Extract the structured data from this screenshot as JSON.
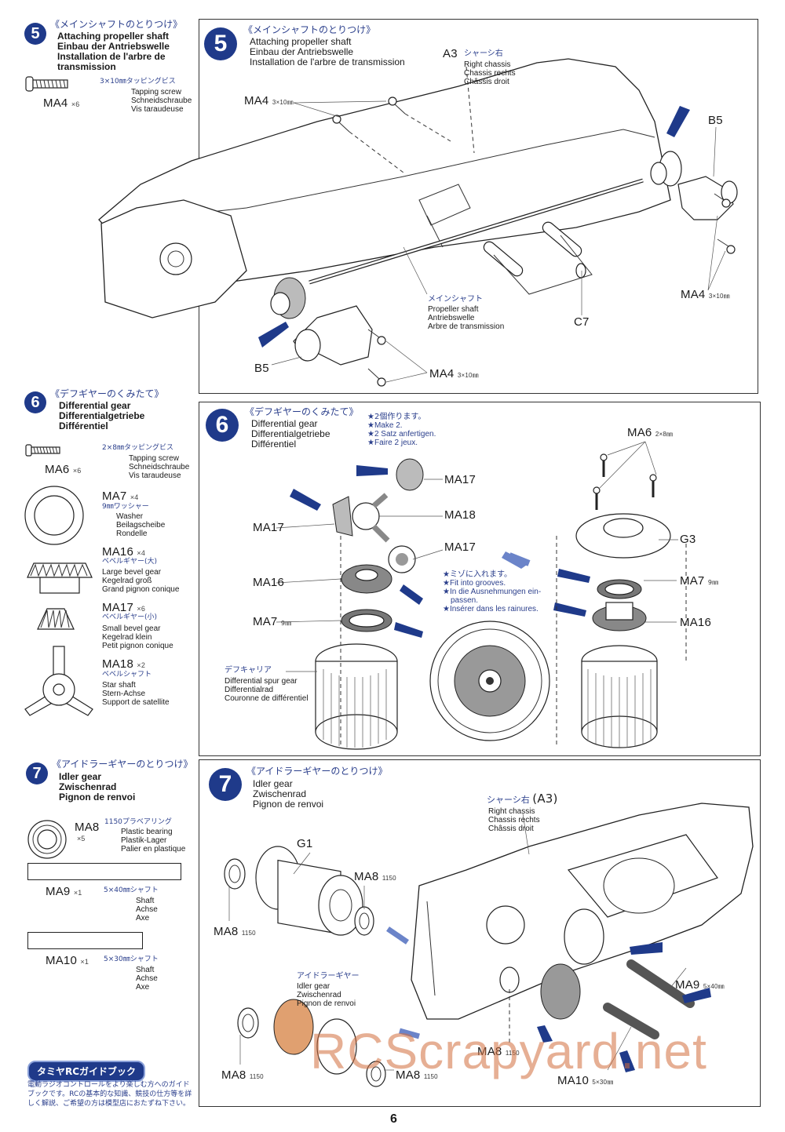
{
  "page": {
    "number": "6",
    "watermark": "RCScrapyard.net",
    "accent_color": "#1f3a8a"
  },
  "steps": [
    {
      "number": "5",
      "sidebar": {
        "title_jp": "《メインシャフトのとりつけ》",
        "title_en": "Attaching propeller shaft",
        "title_de": "Einbau der Antriebswelle",
        "title_fr": "Installation de l'arbre de transmission",
        "parts": [
          {
            "code": "MA4",
            "qty": "×6",
            "spec_jp": "3×10㎜タッピングビス",
            "en": "Tapping screw",
            "de": "Schneidschraube",
            "fr": "Vis taraudeuse",
            "icon": "tapping-screw-icon"
          }
        ]
      },
      "panel": {
        "title_jp": "《メインシャフトのとりつけ》",
        "title_en": "Attaching propeller shaft",
        "title_de": "Einbau der Antriebswelle",
        "title_fr": "Installation de l'arbre de transmission",
        "labels": {
          "a3_code": "A3",
          "a3_jp": "シャーシ右",
          "a3_en": "Right chassis",
          "a3_de": "Chassis rechts",
          "a3_fr": "Châssis droit",
          "ma4_top": "MA4",
          "ma4_top_spec": "3×10㎜",
          "b5_right": "B5",
          "ma4_right": "MA4",
          "ma4_right_spec": "3×10㎜",
          "shaft_jp": "メインシャフト",
          "shaft_en": "Propeller shaft",
          "shaft_de": "Antriebswelle",
          "shaft_fr": "Arbre de transmission",
          "c7": "C7",
          "b5_left": "B5",
          "ma4_bottom": "MA4",
          "ma4_bottom_spec": "3×10㎜"
        }
      }
    },
    {
      "number": "6",
      "sidebar": {
        "title_jp": "《デフギヤーのくみたて》",
        "title_en": "Differential gear",
        "title_de": "Differentialgetriebe",
        "title_fr": "Différentiel",
        "parts": [
          {
            "code": "MA6",
            "qty": "×6",
            "spec_jp": "2×8㎜タッピングビス",
            "en": "Tapping screw",
            "de": "Schneidschraube",
            "fr": "Vis taraudeuse",
            "icon": "tapping-screw-icon"
          },
          {
            "code": "MA7",
            "qty": "×4",
            "spec_jp": "9㎜ワッシャー",
            "en": "Washer",
            "de": "Beilagscheibe",
            "fr": "Rondelle",
            "icon": "washer-icon"
          },
          {
            "code": "MA16",
            "qty": "×4",
            "spec_jp": "ベベルギヤー(大)",
            "en": "Large bevel gear",
            "de": "Kegelrad groß",
            "fr": "Grand pignon conique",
            "icon": "large-bevel-gear-icon"
          },
          {
            "code": "MA17",
            "qty": "×6",
            "spec_jp": "ベベルギヤー(小)",
            "en": "Small bevel gear",
            "de": "Kegelrad klein",
            "fr": "Petit pignon conique",
            "icon": "small-bevel-gear-icon"
          },
          {
            "code": "MA18",
            "qty": "×2",
            "spec_jp": "ベベルシャフト",
            "en": "Star shaft",
            "de": "Stern-Achse",
            "fr": "Support de satellite",
            "icon": "star-shaft-icon"
          }
        ]
      },
      "panel": {
        "title_jp": "《デフギヤーのくみたて》",
        "title_en": "Differential gear",
        "title_de": "Differentialgetriebe",
        "title_fr": "Différentiel",
        "note_make": [
          "★2個作ります。",
          "★Make 2.",
          "★2 Satz anfertigen.",
          "★Faire 2 jeux."
        ],
        "note_grooves": [
          "★ミゾに入れます。",
          "★Fit into grooves.",
          "★In die Ausnehmungen ein-",
          "passen.",
          "★Insérer dans les rainures."
        ],
        "labels": {
          "ma17_top": "MA17",
          "ma18": "MA18",
          "ma17_left": "MA17",
          "ma17_bottom": "MA17",
          "ma16": "MA16",
          "ma7": "MA7",
          "ma7_spec": "9㎜",
          "carrier_jp": "デフキャリア",
          "carrier_en": "Differential spur gear",
          "carrier_de": "Differentialrad",
          "carrier_fr": "Couronne de différentiel",
          "ma6": "MA6",
          "ma6_spec": "2×8㎜",
          "g3": "G3",
          "ma7_right": "MA7",
          "ma7_right_spec": "9㎜",
          "ma16_right": "MA16"
        }
      }
    },
    {
      "number": "7",
      "sidebar": {
        "title_jp": "《アイドラーギヤーのとりつけ》",
        "title_en": "Idler gear",
        "title_de": "Zwischenrad",
        "title_fr": "Pignon de renvoi",
        "parts": [
          {
            "code": "MA8",
            "qty": "×5",
            "spec_jp": "1150プラベアリング",
            "en": "Plastic bearing",
            "de": "Plastik-Lager",
            "fr": "Palier en plastique",
            "icon": "plastic-bearing-icon"
          },
          {
            "code": "MA9",
            "qty": "×1",
            "spec_jp": "5×40㎜シャフト",
            "en": "Shaft",
            "de": "Achse",
            "fr": "Axe",
            "icon": "shaft-40mm-icon"
          },
          {
            "code": "MA10",
            "qty": "×1",
            "spec_jp": "5×30㎜シャフト",
            "en": "Shaft",
            "de": "Achse",
            "fr": "Axe",
            "icon": "shaft-30mm-icon"
          }
        ]
      },
      "panel": {
        "title_jp": "《アイドラーギヤーのとりつけ》",
        "title_en": "Idler gear",
        "title_de": "Zwischenrad",
        "title_fr": "Pignon de renvoi",
        "labels": {
          "chassis_jp": "シャーシ右",
          "chassis_code": "(A3)",
          "chassis_en": "Right chassis",
          "chassis_de": "Chassis rechts",
          "chassis_fr": "Châssis droit",
          "g1": "G1",
          "ma8_a": "MA8",
          "ma8_a_spec": "1150",
          "ma8_b": "MA8",
          "ma8_b_spec": "1150",
          "idler_jp": "アイドラーギヤー",
          "idler_en": "Idler gear",
          "idler_de": "Zwischenrad",
          "idler_fr": "Pignon de renvoi",
          "ma8_c": "MA8",
          "ma8_c_spec": "1150",
          "ma8_d": "MA8",
          "ma8_d_spec": "1150",
          "ma8_e": "MA8",
          "ma8_e_spec": "1150",
          "ma9": "MA9",
          "ma9_spec": "5×40㎜",
          "ma10": "MA10",
          "ma10_spec": "5×30㎜"
        }
      }
    }
  ],
  "guidebook": {
    "title": "タミヤRCガイドブック",
    "text": "電動ラジオコントロールをより楽しむ方へのガイドブックです。RCの基本的な知識、競技の仕方等を詳しく解説、ご希望の方は模型店におたずね下さい。"
  }
}
